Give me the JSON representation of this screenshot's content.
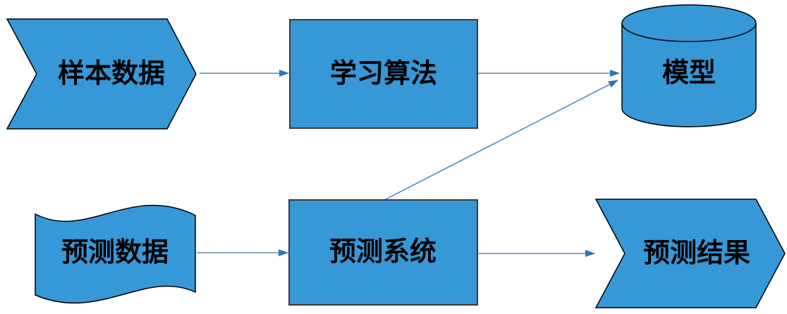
{
  "diagram": {
    "type": "flowchart",
    "background_color": "#FFFFFF",
    "colors": {
      "node_fill": "#3798D8",
      "node_border": "#000000",
      "rect_border": "#3A3A3A",
      "connector_line": "#8CA8C6",
      "connector_diagonal_line": "#4A81BE",
      "arrowhead": "#2E75B6",
      "label_text": "#000000"
    },
    "nodes": [
      {
        "id": "sample-data",
        "label": "样本数据",
        "shape": "chevron-arrow"
      },
      {
        "id": "learning-algorithm",
        "label": "学习算法",
        "shape": "rectangle"
      },
      {
        "id": "model",
        "label": "模型",
        "shape": "cylinder-database"
      },
      {
        "id": "prediction-data",
        "label": "预测数据",
        "shape": "wave"
      },
      {
        "id": "prediction-system",
        "label": "预测系统",
        "shape": "rectangle"
      },
      {
        "id": "prediction-result",
        "label": "预测结果",
        "shape": "chevron-arrow"
      }
    ],
    "edges": [
      {
        "from": "sample-data",
        "to": "learning-algorithm",
        "style": "straight-arrow"
      },
      {
        "from": "learning-algorithm",
        "to": "model",
        "style": "straight-arrow"
      },
      {
        "from": "prediction-data",
        "to": "prediction-system",
        "style": "straight-arrow"
      },
      {
        "from": "prediction-system",
        "to": "prediction-result",
        "style": "straight-arrow"
      },
      {
        "from": "prediction-system",
        "to": "model",
        "style": "diagonal-arrow"
      }
    ]
  }
}
